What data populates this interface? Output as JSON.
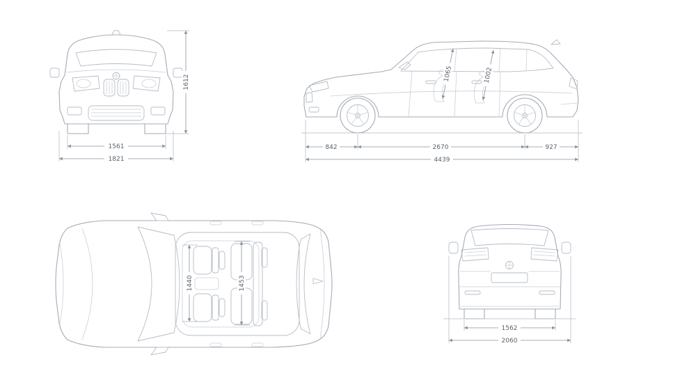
{
  "background": "#ffffff",
  "palette": {
    "car_line": "#a4abb5",
    "detail_line": "#b6bcc5",
    "dim_line": "#8a919c",
    "label_text": "#5a616b"
  },
  "dimensions": {
    "front_view": {
      "overall_height": "1612",
      "track_width": "1561",
      "overall_width": "1821"
    },
    "side_view": {
      "front_headroom": "1065",
      "rear_headroom": "1002",
      "front_overhang": "842",
      "wheelbase": "2670",
      "rear_overhang": "927",
      "overall_length": "4439"
    },
    "top_view": {
      "front_interior_width": "1440",
      "rear_interior_width": "1453"
    },
    "rear_view": {
      "rear_track_width": "1562",
      "width_incl_mirrors": "2060"
    }
  }
}
